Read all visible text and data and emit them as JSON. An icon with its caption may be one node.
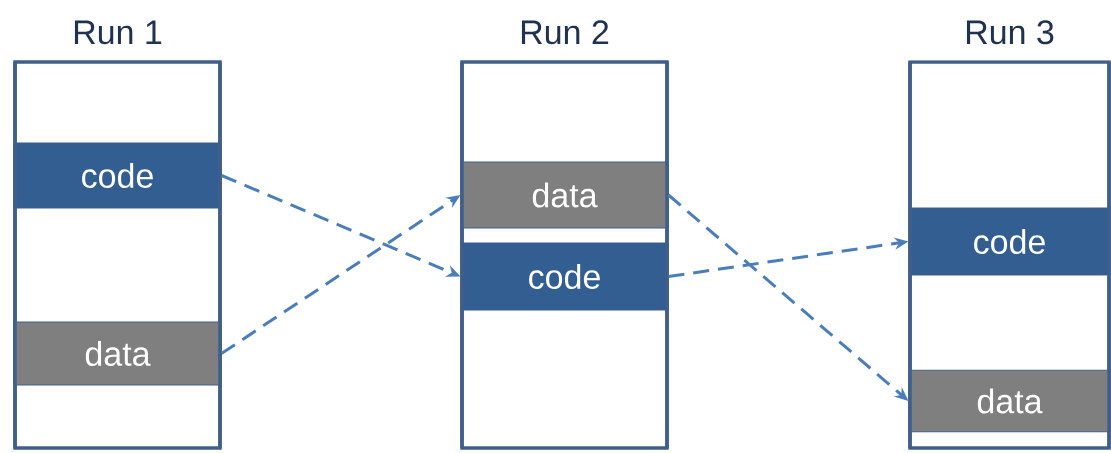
{
  "diagram": {
    "nodes": [
      {
        "text": [
          "Run 1"
        ]
      },
      {
        "text": [
          "code"
        ],
        "in": 0
      },
      {
        "text": [
          "data"
        ],
        "in": 0
      },
      {
        "text": [
          "Run 2"
        ]
      },
      {
        "text": [
          "data"
        ],
        "in": 3
      },
      {
        "text": [
          "code"
        ],
        "in": 3
      },
      {
        "text": [
          "Run 3"
        ]
      },
      {
        "text": [
          "code"
        ],
        "in": 6
      },
      {
        "text": [
          "data"
        ],
        "in": 6
      }
    ],
    "edges": [
      {
        "from": 1,
        "to": 5,
        "arrow": "to",
        "style": "dashed"
      },
      {
        "from": 2,
        "to": 4,
        "arrow": "to",
        "style": "dashed"
      },
      {
        "from": 4,
        "to": 8,
        "arrow": "to",
        "style": "dashed"
      },
      {
        "from": 5,
        "to": 7,
        "arrow": "to",
        "style": "dashed"
      }
    ]
  }
}
